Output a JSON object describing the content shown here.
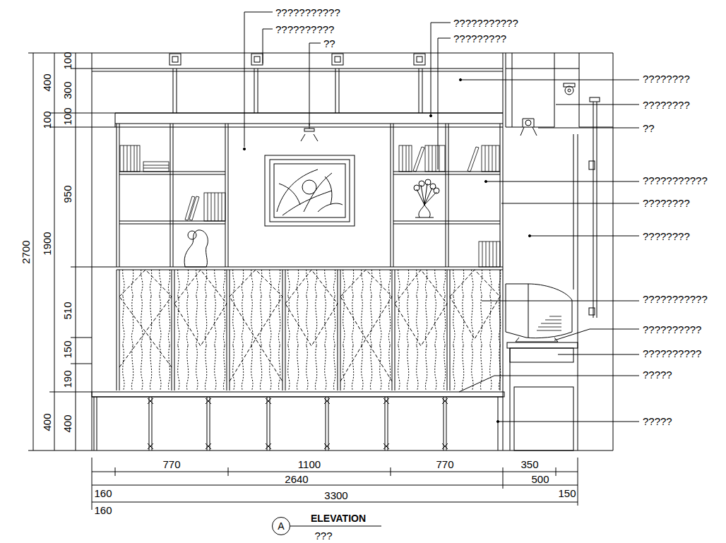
{
  "diagram": {
    "title": "ELEVATION",
    "caption": "???",
    "nodes": [
      {
        "text": [
          "A"
        ]
      }
    ],
    "labels": [
      "???????????",
      "??????????",
      "??",
      "???????????",
      "?????????",
      "????????",
      "????????",
      "??",
      "???????????",
      "????????",
      "????????",
      "???????????",
      "??????????",
      "??????????",
      "?????",
      "?????",
      "2700",
      "400",
      "100",
      "1900",
      "400",
      "100",
      "300",
      "100",
      "950",
      "510",
      "150",
      "190",
      "400",
      "770",
      "1100",
      "770",
      "350",
      "2640",
      "500",
      "160",
      "150",
      "3300",
      "160"
    ]
  }
}
